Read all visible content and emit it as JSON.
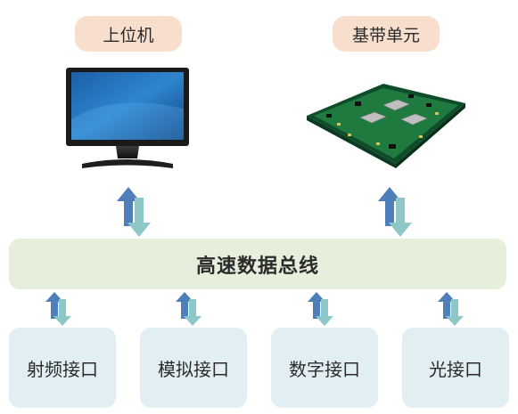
{
  "top_labels": {
    "host": "上位机",
    "baseband": "基带单元"
  },
  "bus": {
    "label": "高速数据总线"
  },
  "interfaces": [
    {
      "label": "射频接口"
    },
    {
      "label": "模拟接口"
    },
    {
      "label": "数字接口"
    },
    {
      "label": "光接口"
    }
  ],
  "colors": {
    "label_bg": "#f8dfcd",
    "bus_bg": "#e6eedc",
    "interface_bg": "#e1eff3",
    "arrow_up": "#4f7fb8",
    "arrow_down": "#8dc7c8"
  },
  "icons": {
    "host": "monitor-icon",
    "baseband": "circuit-board-icon"
  }
}
